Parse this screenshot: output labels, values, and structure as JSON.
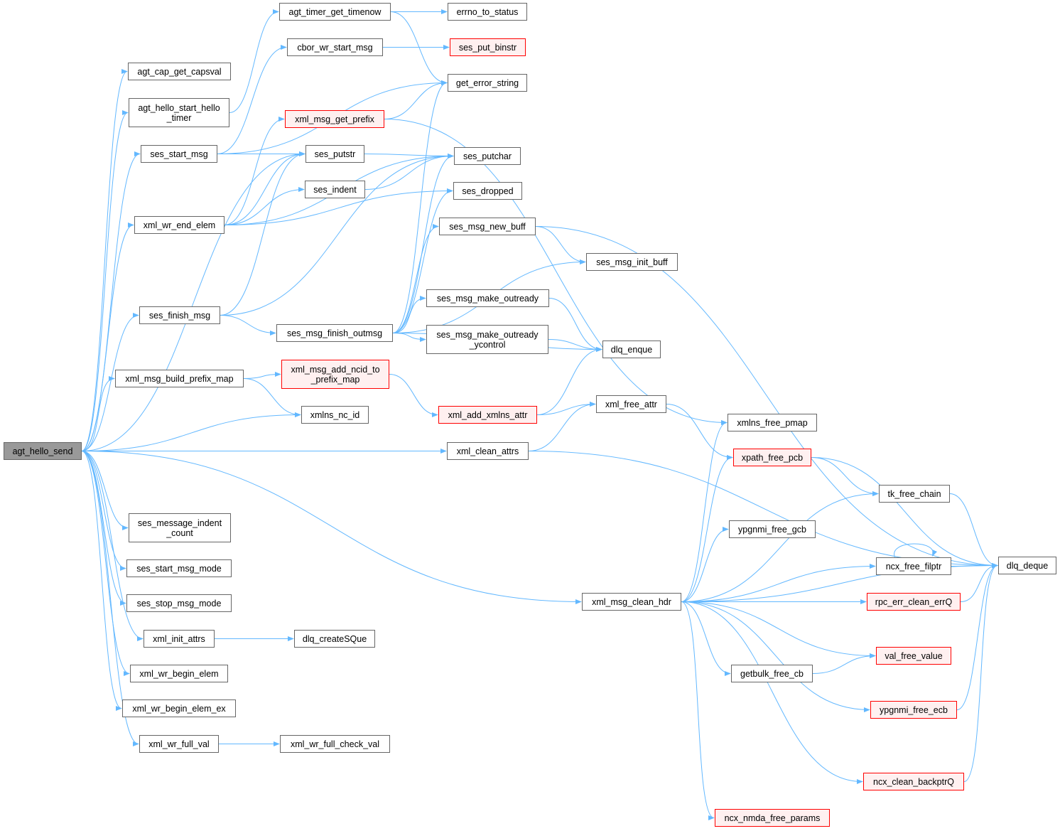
{
  "title": "agt_hello_send call graph",
  "colors": {
    "edge": "#63b8ff",
    "root_fill": "#999999",
    "node_border": "#666666",
    "warn_border": "#ff0000",
    "warn_fill": "#fff0f0"
  },
  "nodes": [
    {
      "id": "agt_hello_send",
      "label": "agt_hello_send",
      "style": "root"
    },
    {
      "id": "agt_cap_get_capsval",
      "label": "agt_cap_get_capsval",
      "style": "normal"
    },
    {
      "id": "agt_hello_start_hello_timer",
      "label": "agt_hello_start_hello\n_timer",
      "style": "normal"
    },
    {
      "id": "ses_start_msg",
      "label": "ses_start_msg",
      "style": "normal"
    },
    {
      "id": "xml_wr_end_elem",
      "label": "xml_wr_end_elem",
      "style": "normal"
    },
    {
      "id": "ses_finish_msg",
      "label": "ses_finish_msg",
      "style": "normal"
    },
    {
      "id": "xml_msg_build_prefix_map",
      "label": "xml_msg_build_prefix_map",
      "style": "normal"
    },
    {
      "id": "ses_message_indent_count",
      "label": "ses_message_indent\n_count",
      "style": "normal"
    },
    {
      "id": "ses_start_msg_mode",
      "label": "ses_start_msg_mode",
      "style": "normal"
    },
    {
      "id": "ses_stop_msg_mode",
      "label": "ses_stop_msg_mode",
      "style": "normal"
    },
    {
      "id": "xml_init_attrs",
      "label": "xml_init_attrs",
      "style": "normal"
    },
    {
      "id": "xml_wr_begin_elem",
      "label": "xml_wr_begin_elem",
      "style": "normal"
    },
    {
      "id": "xml_wr_begin_elem_ex",
      "label": "xml_wr_begin_elem_ex",
      "style": "normal"
    },
    {
      "id": "xml_wr_full_val",
      "label": "xml_wr_full_val",
      "style": "normal"
    },
    {
      "id": "agt_timer_get_timenow",
      "label": "agt_timer_get_timenow",
      "style": "normal"
    },
    {
      "id": "cbor_wr_start_msg",
      "label": "cbor_wr_start_msg",
      "style": "normal"
    },
    {
      "id": "xml_msg_get_prefix",
      "label": "xml_msg_get_prefix",
      "style": "red"
    },
    {
      "id": "ses_putstr",
      "label": "ses_putstr",
      "style": "normal"
    },
    {
      "id": "ses_indent",
      "label": "ses_indent",
      "style": "normal"
    },
    {
      "id": "ses_msg_finish_outmsg",
      "label": "ses_msg_finish_outmsg",
      "style": "normal"
    },
    {
      "id": "xml_msg_add_ncid_to_prefix_map",
      "label": "xml_msg_add_ncid_to\n_prefix_map",
      "style": "red"
    },
    {
      "id": "xmlns_nc_id",
      "label": "xmlns_nc_id",
      "style": "normal"
    },
    {
      "id": "xml_clean_attrs",
      "label": "xml_clean_attrs",
      "style": "normal"
    },
    {
      "id": "xml_wr_full_check_val",
      "label": "xml_wr_full_check_val",
      "style": "normal"
    },
    {
      "id": "dlq_createSQue",
      "label": "dlq_createSQue",
      "style": "normal"
    },
    {
      "id": "errno_to_status",
      "label": "errno_to_status",
      "style": "normal"
    },
    {
      "id": "ses_put_binstr",
      "label": "ses_put_binstr",
      "style": "red"
    },
    {
      "id": "get_error_string",
      "label": "get_error_string",
      "style": "normal"
    },
    {
      "id": "ses_putchar",
      "label": "ses_putchar",
      "style": "normal"
    },
    {
      "id": "ses_dropped",
      "label": "ses_dropped",
      "style": "normal"
    },
    {
      "id": "ses_msg_new_buff",
      "label": "ses_msg_new_buff",
      "style": "normal"
    },
    {
      "id": "ses_msg_init_buff",
      "label": "ses_msg_init_buff",
      "style": "normal"
    },
    {
      "id": "ses_msg_make_outready",
      "label": "ses_msg_make_outready",
      "style": "normal"
    },
    {
      "id": "ses_msg_make_outready_ycontrol",
      "label": "ses_msg_make_outready\n_ycontrol",
      "style": "normal"
    },
    {
      "id": "dlq_enque",
      "label": "dlq_enque",
      "style": "normal"
    },
    {
      "id": "xml_add_xmlns_attr",
      "label": "xml_add_xmlns_attr",
      "style": "red"
    },
    {
      "id": "xml_free_attr",
      "label": "xml_free_attr",
      "style": "normal"
    },
    {
      "id": "xml_msg_clean_hdr",
      "label": "xml_msg_clean_hdr",
      "style": "normal"
    },
    {
      "id": "xmlns_free_pmap",
      "label": "xmlns_free_pmap",
      "style": "normal"
    },
    {
      "id": "xpath_free_pcb",
      "label": "xpath_free_pcb",
      "style": "red"
    },
    {
      "id": "tk_free_chain",
      "label": "tk_free_chain",
      "style": "normal"
    },
    {
      "id": "ypgnmi_free_gcb",
      "label": "ypgnmi_free_gcb",
      "style": "normal"
    },
    {
      "id": "ncx_free_filptr",
      "label": "ncx_free_filptr",
      "style": "normal"
    },
    {
      "id": "dlq_deque",
      "label": "dlq_deque",
      "style": "normal"
    },
    {
      "id": "rpc_err_clean_errQ",
      "label": "rpc_err_clean_errQ",
      "style": "red"
    },
    {
      "id": "val_free_value",
      "label": "val_free_value",
      "style": "red"
    },
    {
      "id": "getbulk_free_cb",
      "label": "getbulk_free_cb",
      "style": "normal"
    },
    {
      "id": "ypgnmi_free_ecb",
      "label": "ypgnmi_free_ecb",
      "style": "red"
    },
    {
      "id": "ncx_clean_backptrQ",
      "label": "ncx_clean_backptrQ",
      "style": "red"
    },
    {
      "id": "ncx_nmda_free_params",
      "label": "ncx_nmda_free_params",
      "style": "red"
    }
  ],
  "edges": [
    [
      "agt_hello_send",
      "agt_cap_get_capsval"
    ],
    [
      "agt_hello_send",
      "agt_hello_start_hello_timer"
    ],
    [
      "agt_hello_send",
      "ses_start_msg"
    ],
    [
      "agt_hello_send",
      "ses_putstr"
    ],
    [
      "agt_hello_send",
      "xml_wr_end_elem"
    ],
    [
      "agt_hello_send",
      "ses_finish_msg"
    ],
    [
      "agt_hello_send",
      "xml_msg_build_prefix_map"
    ],
    [
      "agt_hello_send",
      "xmlns_nc_id"
    ],
    [
      "agt_hello_send",
      "xml_clean_attrs"
    ],
    [
      "agt_hello_send",
      "xml_msg_clean_hdr"
    ],
    [
      "agt_hello_send",
      "ses_message_indent_count"
    ],
    [
      "agt_hello_send",
      "ses_start_msg_mode"
    ],
    [
      "agt_hello_send",
      "ses_stop_msg_mode"
    ],
    [
      "agt_hello_send",
      "xml_init_attrs"
    ],
    [
      "agt_hello_send",
      "xml_wr_begin_elem"
    ],
    [
      "agt_hello_send",
      "xml_wr_begin_elem_ex"
    ],
    [
      "agt_hello_send",
      "xml_wr_full_val"
    ],
    [
      "agt_hello_start_hello_timer",
      "agt_timer_get_timenow"
    ],
    [
      "agt_timer_get_timenow",
      "errno_to_status"
    ],
    [
      "agt_timer_get_timenow",
      "get_error_string"
    ],
    [
      "ses_start_msg",
      "cbor_wr_start_msg"
    ],
    [
      "ses_start_msg",
      "get_error_string"
    ],
    [
      "ses_start_msg",
      "ses_putstr"
    ],
    [
      "cbor_wr_start_msg",
      "ses_put_binstr"
    ],
    [
      "xml_msg_get_prefix",
      "get_error_string"
    ],
    [
      "xml_msg_get_prefix",
      "xmlns_free_pmap"
    ],
    [
      "ses_putstr",
      "ses_putchar"
    ],
    [
      "ses_indent",
      "ses_putchar"
    ],
    [
      "xml_wr_end_elem",
      "xml_msg_get_prefix"
    ],
    [
      "xml_wr_end_elem",
      "ses_putstr"
    ],
    [
      "xml_wr_end_elem",
      "ses_indent"
    ],
    [
      "xml_wr_end_elem",
      "ses_putchar"
    ],
    [
      "xml_wr_end_elem",
      "ses_dropped"
    ],
    [
      "ses_finish_msg",
      "ses_putstr"
    ],
    [
      "ses_finish_msg",
      "ses_putchar"
    ],
    [
      "ses_finish_msg",
      "ses_msg_finish_outmsg"
    ],
    [
      "ses_msg_finish_outmsg",
      "get_error_string"
    ],
    [
      "ses_msg_finish_outmsg",
      "ses_putchar"
    ],
    [
      "ses_msg_finish_outmsg",
      "ses_dropped"
    ],
    [
      "ses_msg_finish_outmsg",
      "ses_msg_new_buff"
    ],
    [
      "ses_msg_finish_outmsg",
      "ses_msg_init_buff"
    ],
    [
      "ses_msg_finish_outmsg",
      "ses_msg_make_outready"
    ],
    [
      "ses_msg_finish_outmsg",
      "ses_msg_make_outready_ycontrol"
    ],
    [
      "ses_msg_finish_outmsg",
      "dlq_enque"
    ],
    [
      "ses_msg_new_buff",
      "ses_msg_init_buff"
    ],
    [
      "ses_msg_new_buff",
      "dlq_deque"
    ],
    [
      "ses_msg_make_outready",
      "dlq_enque"
    ],
    [
      "ses_msg_make_outready_ycontrol",
      "dlq_enque"
    ],
    [
      "xml_msg_build_prefix_map",
      "xml_msg_add_ncid_to_prefix_map"
    ],
    [
      "xml_msg_build_prefix_map",
      "xmlns_nc_id"
    ],
    [
      "xml_msg_add_ncid_to_prefix_map",
      "xml_add_xmlns_attr"
    ],
    [
      "xml_add_xmlns_attr",
      "dlq_enque"
    ],
    [
      "xml_add_xmlns_attr",
      "xml_free_attr"
    ],
    [
      "xml_clean_attrs",
      "xml_free_attr"
    ],
    [
      "xml_clean_attrs",
      "dlq_deque"
    ],
    [
      "xml_free_attr",
      "xpath_free_pcb"
    ],
    [
      "xpath_free_pcb",
      "tk_free_chain"
    ],
    [
      "xpath_free_pcb",
      "dlq_deque"
    ],
    [
      "tk_free_chain",
      "dlq_deque"
    ],
    [
      "ncx_free_filptr",
      "ncx_free_filptr"
    ],
    [
      "ncx_free_filptr",
      "dlq_deque"
    ],
    [
      "rpc_err_clean_errQ",
      "dlq_deque"
    ],
    [
      "ypgnmi_free_ecb",
      "dlq_deque"
    ],
    [
      "ncx_clean_backptrQ",
      "dlq_deque"
    ],
    [
      "xml_msg_clean_hdr",
      "xmlns_free_pmap"
    ],
    [
      "xml_msg_clean_hdr",
      "xpath_free_pcb"
    ],
    [
      "xml_msg_clean_hdr",
      "tk_free_chain"
    ],
    [
      "xml_msg_clean_hdr",
      "ypgnmi_free_gcb"
    ],
    [
      "xml_msg_clean_hdr",
      "ncx_free_filptr"
    ],
    [
      "xml_msg_clean_hdr",
      "rpc_err_clean_errQ"
    ],
    [
      "xml_msg_clean_hdr",
      "val_free_value"
    ],
    [
      "xml_msg_clean_hdr",
      "getbulk_free_cb"
    ],
    [
      "xml_msg_clean_hdr",
      "ypgnmi_free_ecb"
    ],
    [
      "xml_msg_clean_hdr",
      "dlq_deque"
    ],
    [
      "xml_msg_clean_hdr",
      "ncx_clean_backptrQ"
    ],
    [
      "xml_msg_clean_hdr",
      "ncx_nmda_free_params"
    ],
    [
      "getbulk_free_cb",
      "val_free_value"
    ],
    [
      "xml_init_attrs",
      "dlq_createSQue"
    ],
    [
      "xml_wr_full_val",
      "xml_wr_full_check_val"
    ]
  ]
}
